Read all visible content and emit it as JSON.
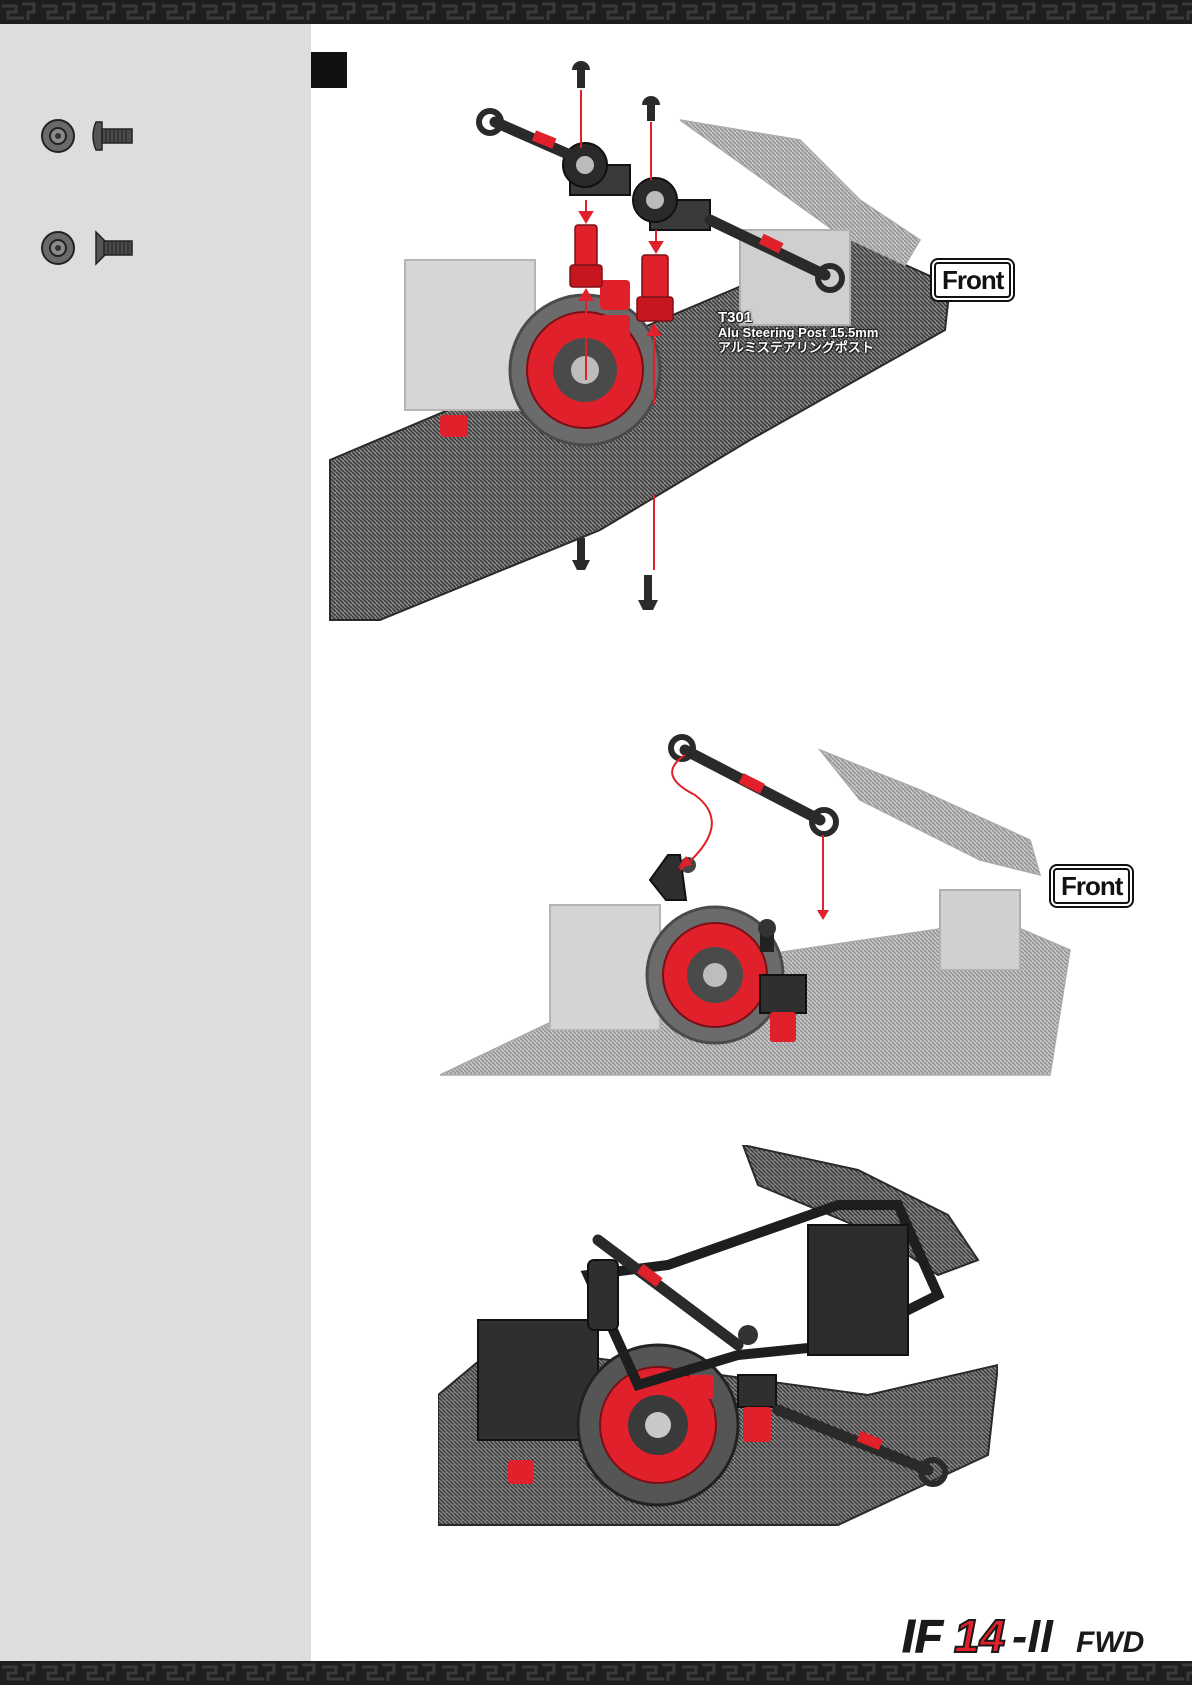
{
  "step": {
    "figure1": {
      "front_label": "Front",
      "callout": {
        "part_no": "T301",
        "name_en": "Alu Steering Post 15.5mm",
        "name_jp": "アルミステアリングポスト"
      }
    },
    "figure2": {
      "front_label": "Front"
    }
  },
  "sidebar": {
    "parts": [
      {
        "icon": "button-head-screw-icon"
      },
      {
        "icon": "flat-head-screw-icon"
      }
    ]
  },
  "logo": {
    "text": "IF14-II FWD"
  },
  "colors": {
    "accent": "#e0202a",
    "sidebar": "#dcdddc",
    "band": "#1e1e1e"
  }
}
